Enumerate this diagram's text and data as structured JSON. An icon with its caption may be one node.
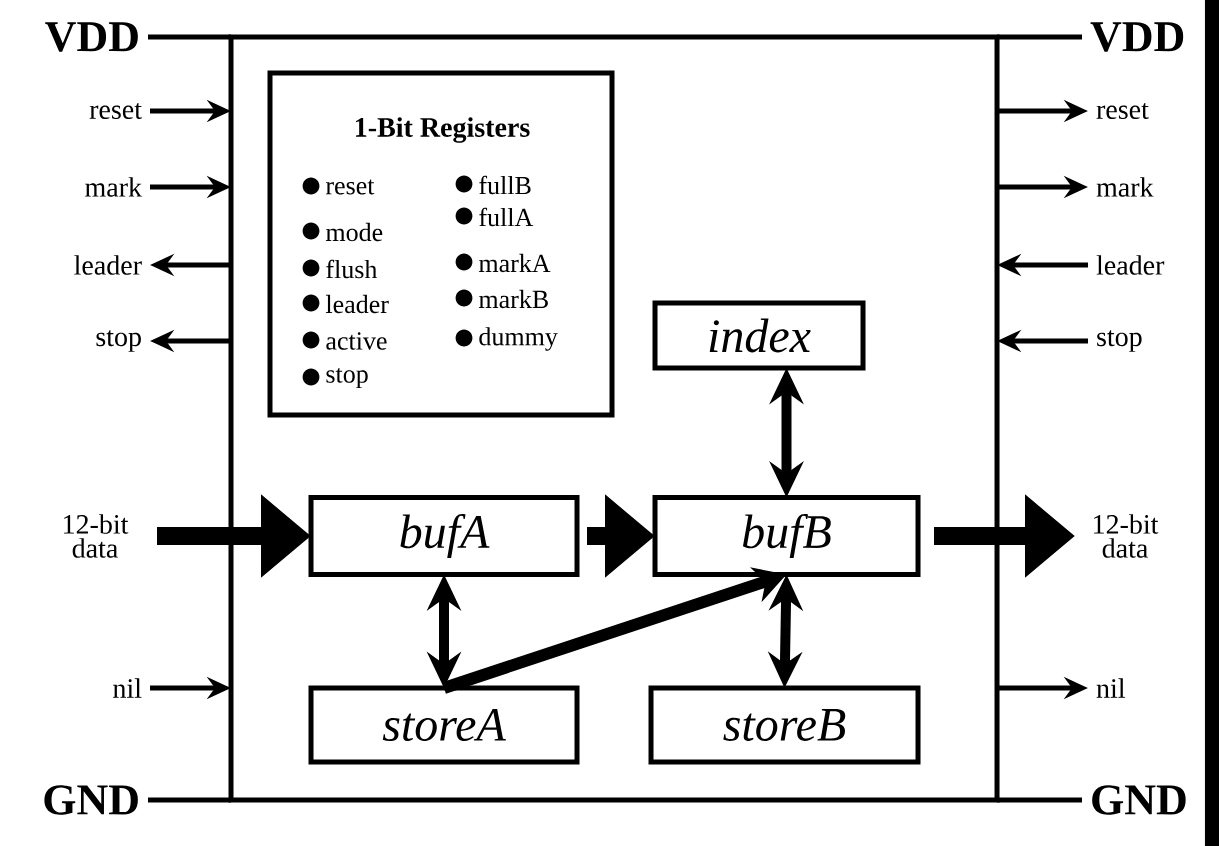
{
  "diagram": {
    "nodes": [
      {
        "text": [],
        "shape": "box"
      },
      {
        "text": [
          "1-Bit Registers",
          "reset",
          "mode",
          "flush",
          "leader",
          "active",
          "stop",
          "fullB",
          "fullA",
          "markA",
          "markB",
          "dummy"
        ],
        "in": 0
      },
      {
        "text": [
          "index"
        ],
        "in": 0
      },
      {
        "text": [
          "bufA"
        ],
        "in": 0
      },
      {
        "text": [
          "bufB"
        ],
        "in": 0
      },
      {
        "text": [
          "storeA"
        ],
        "in": 0
      },
      {
        "text": [
          "storeB"
        ],
        "in": 0
      },
      {
        "text": [
          "VDD"
        ]
      },
      {
        "text": [
          "reset"
        ]
      },
      {
        "text": [
          "mark"
        ]
      },
      {
        "text": [
          "leader"
        ]
      },
      {
        "text": [
          "stop"
        ]
      },
      {
        "text": [
          "12-bit data"
        ]
      },
      {
        "text": [
          "nil"
        ]
      },
      {
        "text": [
          "GND"
        ]
      },
      {
        "text": [
          "VDD"
        ]
      },
      {
        "text": [
          "reset"
        ]
      },
      {
        "text": [
          "mark"
        ]
      },
      {
        "text": [
          "leader"
        ]
      },
      {
        "text": [
          "stop"
        ]
      },
      {
        "text": [
          "12-bit data"
        ]
      },
      {
        "text": [
          "nil"
        ]
      },
      {
        "text": [
          "GND"
        ]
      },
      {
        "text": [],
        "shape": "bar"
      }
    ],
    "edges": [
      {
        "from": 7,
        "to": 0,
        "arrow": "none"
      },
      {
        "from": 8,
        "to": 0,
        "arrow": "to"
      },
      {
        "from": 9,
        "to": 0,
        "arrow": "to"
      },
      {
        "from": 0,
        "to": 10,
        "arrow": "to"
      },
      {
        "from": 0,
        "to": 11,
        "arrow": "to"
      },
      {
        "from": 12,
        "to": 3,
        "arrow": "to",
        "style": "thick"
      },
      {
        "from": 13,
        "to": 0,
        "arrow": "to"
      },
      {
        "from": 14,
        "to": 0,
        "arrow": "none"
      },
      {
        "from": 0,
        "to": 15,
        "arrow": "none"
      },
      {
        "from": 0,
        "to": 16,
        "arrow": "to"
      },
      {
        "from": 0,
        "to": 17,
        "arrow": "to"
      },
      {
        "from": 18,
        "to": 0,
        "arrow": "to"
      },
      {
        "from": 19,
        "to": 0,
        "arrow": "to"
      },
      {
        "from": 4,
        "to": 20,
        "arrow": "to",
        "style": "thick"
      },
      {
        "from": 0,
        "to": 21,
        "arrow": "to"
      },
      {
        "from": 0,
        "to": 22,
        "arrow": "none"
      },
      {
        "from": 3,
        "to": 4,
        "arrow": "to",
        "style": "thick"
      },
      {
        "from": 2,
        "to": 4,
        "arrow": "both",
        "style": "thick"
      },
      {
        "from": 3,
        "to": 5,
        "arrow": "both",
        "style": "thick"
      },
      {
        "from": 5,
        "to": 4,
        "arrow": "to",
        "style": "thick"
      },
      {
        "from": 4,
        "to": 6,
        "arrow": "both",
        "style": "thick"
      }
    ]
  }
}
